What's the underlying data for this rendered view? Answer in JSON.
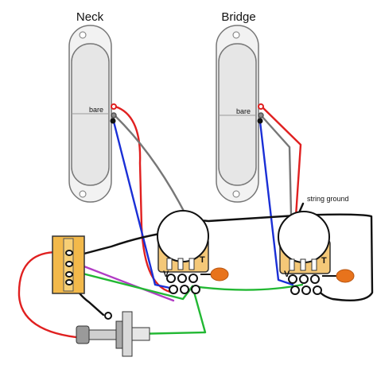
{
  "labels": {
    "neck": "Neck",
    "bridge": "Bridge",
    "neck_bare": "bare",
    "bridge_bare": "bare",
    "string_ground": "string ground",
    "vol_pot": "V",
    "tone_pot_1": "T",
    "vol_pot_2": "V",
    "tone_pot_2": "T"
  },
  "colors": {
    "pickup_fill": "#f2f2f2",
    "pickup_stroke": "#777777",
    "pot_body": "#f4c878",
    "switch_body": "#f3b94a",
    "capacitor": "#e8731c",
    "wire_red": "#e02020",
    "wire_blue": "#1a2fd6",
    "wire_gray": "#777777",
    "wire_black": "#111111",
    "wire_green": "#22b833",
    "wire_purple": "#b13cc4"
  }
}
